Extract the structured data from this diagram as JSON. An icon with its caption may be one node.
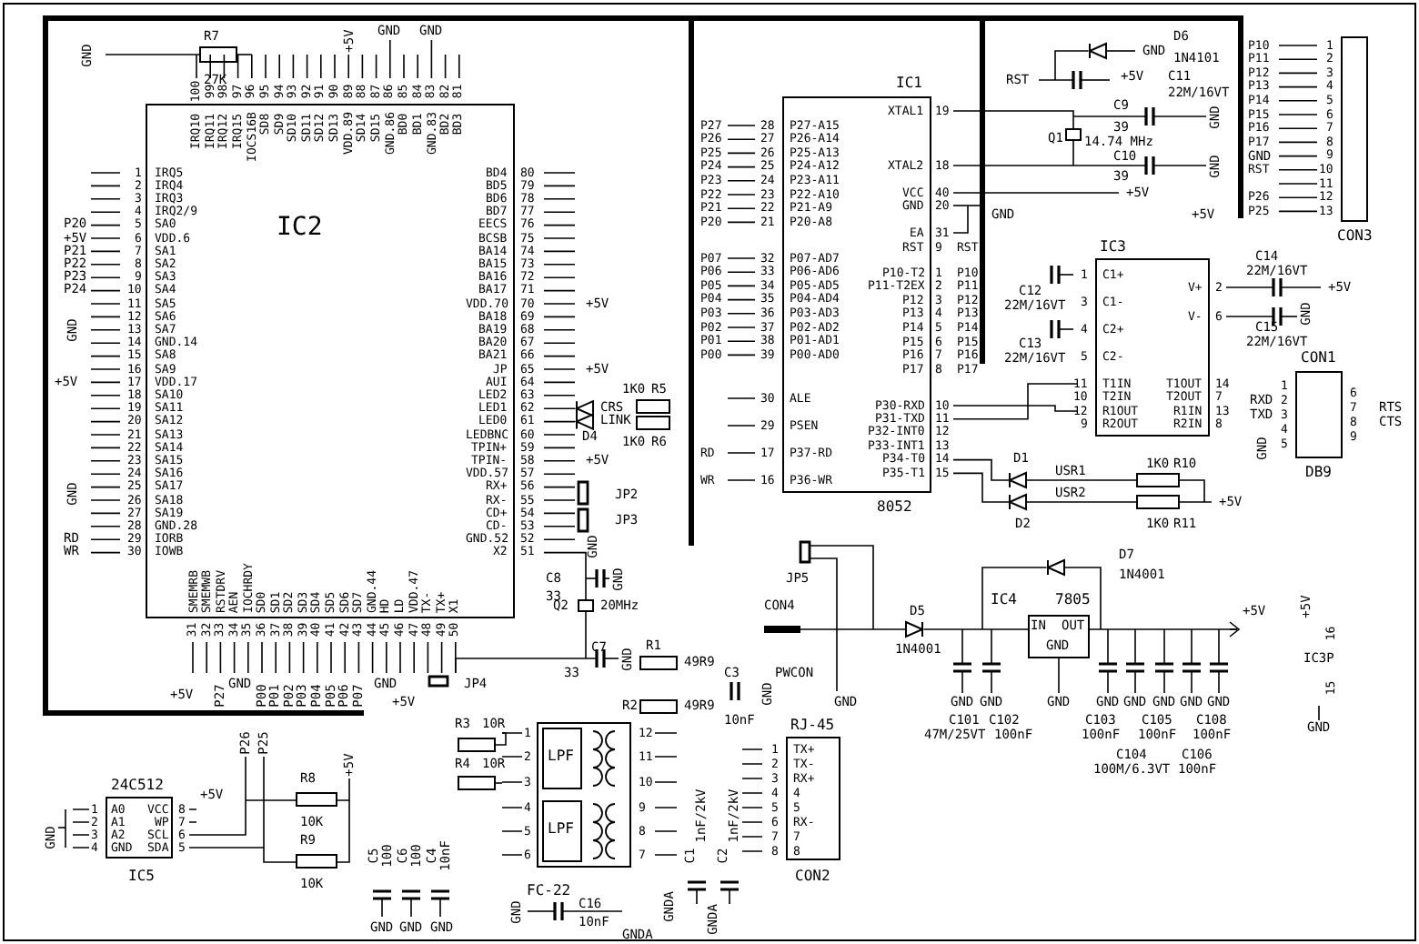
{
  "diagram": {
    "nodes": [
      {
        "text": [
          "IC2"
        ]
      },
      {
        "text": [
          "IC1",
          "8052"
        ]
      },
      {
        "text": [
          "CON3"
        ]
      },
      {
        "text": [
          "IC3"
        ]
      },
      {
        "text": [
          "CON1",
          "DB9"
        ]
      },
      {
        "text": [
          "IC4",
          "7805",
          "IN",
          "OUT",
          "GND"
        ]
      },
      {
        "text": [
          "RJ-45",
          "CON2"
        ]
      },
      {
        "text": [
          "FC-22"
        ]
      },
      {
        "text": [
          "LPF"
        ],
        "in": 7
      },
      {
        "text": [
          "LPF"
        ],
        "in": 7
      },
      {
        "text": [
          "24C512",
          "IC5"
        ]
      }
    ],
    "labels": [
      "1",
      "2",
      "3",
      "4",
      "5",
      "6",
      "7",
      "8",
      "9",
      "10",
      "11",
      "12",
      "13",
      "14",
      "15",
      "16",
      "17",
      "18",
      "19",
      "20",
      "21",
      "22",
      "23",
      "24",
      "25",
      "26",
      "27",
      "28",
      "29",
      "30",
      "IRQ5",
      "IRQ4",
      "IRQ3",
      "IRQ2/9",
      "SA0",
      "VDD.6",
      "SA1",
      "SA2",
      "SA3",
      "SA4",
      "SA5",
      "SA6",
      "SA7",
      "GND.14",
      "SA8",
      "SA9",
      "VDD.17",
      "SA10",
      "SA11",
      "SA12",
      "SA13",
      "SA14",
      "SA15",
      "SA16",
      "SA17",
      "SA18",
      "SA19",
      "GND.28",
      "IORB",
      "IOWB",
      "100",
      "99",
      "98",
      "97",
      "96",
      "95",
      "94",
      "93",
      "92",
      "91",
      "90",
      "89",
      "88",
      "87",
      "86",
      "85",
      "84",
      "83",
      "82",
      "81",
      "IRQ10",
      "IRQ11",
      "IRQ12",
      "IRQ15",
      "IOCS16B",
      "SD8",
      "SD9",
      "SD10",
      "SD11",
      "SD12",
      "SD13",
      "VDD.89",
      "SD14",
      "SD15",
      "GND.86",
      "BD0",
      "BD1",
      "GND.83",
      "BD2",
      "BD3",
      "80",
      "79",
      "78",
      "77",
      "76",
      "75",
      "74",
      "73",
      "72",
      "71",
      "70",
      "69",
      "68",
      "67",
      "66",
      "65",
      "64",
      "63",
      "62",
      "61",
      "60",
      "59",
      "58",
      "57",
      "56",
      "55",
      "54",
      "53",
      "52",
      "51",
      "BD4",
      "BD5",
      "BD6",
      "BD7",
      "EECS",
      "BCSB",
      "BA14",
      "BA15",
      "BA16",
      "BA17",
      "VDD.70",
      "BA18",
      "BA19",
      "BA20",
      "BA21",
      "JP",
      "AUI",
      "LED2",
      "LED1",
      "LED0",
      "LEDBNC",
      "TPIN+",
      "TPIN-",
      "VDD.57",
      "RX+",
      "RX-",
      "CD+",
      "CD-",
      "GND.52",
      "X2",
      "31",
      "32",
      "33",
      "34",
      "35",
      "36",
      "37",
      "38",
      "39",
      "40",
      "41",
      "42",
      "43",
      "44",
      "45",
      "46",
      "47",
      "48",
      "49",
      "50",
      "SMEMRB",
      "SMEMWB",
      "RSTDRV",
      "AEN",
      "IOCHRDY",
      "SD0",
      "SD1",
      "SD2",
      "SD3",
      "SD4",
      "SD5",
      "SD6",
      "SD7",
      "GND.44",
      "HD",
      "LD",
      "VDD.47",
      "TX-",
      "TX+",
      "X1",
      "R7",
      "27K",
      "GND",
      "GND",
      "GND",
      "+5V",
      "P20",
      "+5V",
      "P21",
      "P22",
      "P23",
      "P24",
      "GND",
      "+5V",
      "GND",
      "RD",
      "WR",
      "+5V",
      "+5V",
      "1K0",
      "R5",
      "CRS",
      "LINK",
      "1K0",
      "R6",
      "D4",
      "+5V",
      "JP2",
      "JP3",
      "GND",
      "C8",
      "33",
      "GND",
      "Q2",
      "20MHz",
      "C7",
      "33",
      "GND",
      "+5V",
      "P27",
      "GND",
      "P00",
      "P01",
      "P02",
      "P03",
      "P04",
      "P05",
      "P06",
      "P07",
      "GND",
      "+5V",
      "JP4",
      "P26",
      "P25",
      "28",
      "27",
      "26",
      "25",
      "24",
      "23",
      "22",
      "21",
      "32",
      "33",
      "34",
      "35",
      "36",
      "37",
      "38",
      "39",
      "30",
      "29",
      "17",
      "16",
      "P27-A15",
      "P26-A14",
      "P25-A13",
      "P24-A12",
      "P23-A11",
      "P22-A10",
      "P21-A9",
      "P20-A8",
      "P07-AD7",
      "P06-AD6",
      "P05-AD5",
      "P04-AD4",
      "P03-AD3",
      "P02-AD2",
      "P01-AD1",
      "P00-AD0",
      "ALE",
      "PSEN",
      "P37-RD",
      "P36-WR",
      "P27",
      "P26",
      "P25",
      "P24",
      "P23",
      "P22",
      "P21",
      "P20",
      "P07",
      "P06",
      "P05",
      "P04",
      "P03",
      "P02",
      "P01",
      "P00",
      "RD",
      "WR",
      "XTAL1",
      "XTAL2",
      "VCC",
      "GND",
      "EA",
      "RST",
      "P10-T2",
      "P11-T2EX",
      "P12",
      "P13",
      "P14",
      "P15",
      "P16",
      "P17",
      "P30-RXD",
      "P31-TXD",
      "P32-INT0",
      "P33-INT1",
      "P34-T0",
      "P35-T1",
      "19",
      "18",
      "40",
      "20",
      "31",
      "9",
      "1",
      "2",
      "3",
      "4",
      "5",
      "6",
      "7",
      "8",
      "10",
      "11",
      "12",
      "13",
      "14",
      "15",
      "RST",
      "P10",
      "P11",
      "P12",
      "P13",
      "P14",
      "P15",
      "P16",
      "P17",
      "GND",
      "D6",
      "1N4101",
      "RST",
      "+5V",
      "C11",
      "22M/16VT",
      "C9",
      "39",
      "GND",
      "Q1",
      "14.74 MHz",
      "C10",
      "39",
      "GND",
      "+5V",
      "GND",
      "+5V",
      "P10",
      "P11",
      "P12",
      "P13",
      "P14",
      "P15",
      "P16",
      "P17",
      "RST",
      "P26",
      "P25",
      "1",
      "2",
      "3",
      "4",
      "5",
      "6",
      "7",
      "8",
      "9",
      "10",
      "11",
      "12",
      "13",
      "GND",
      "C1+",
      "C1-",
      "C2+",
      "C2-",
      "T1IN",
      "T2IN",
      "R1OUT",
      "R2OUT",
      "1",
      "3",
      "4",
      "5",
      "11",
      "10",
      "12",
      "9",
      "V+",
      "V-",
      "T1OUT",
      "T2OUT",
      "R1IN",
      "R2IN",
      "2",
      "6",
      "14",
      "7",
      "13",
      "8",
      "C12",
      "22M/16VT",
      "C13",
      "22M/16VT",
      "C14",
      "22M/16VT",
      "+5V",
      "C15",
      "22M/16VT",
      "GND",
      "1",
      "2",
      "3",
      "4",
      "5",
      "6",
      "7",
      "8",
      "9",
      "RXD",
      "TXD",
      "RTS",
      "CTS",
      "GND",
      "D1",
      "USR1",
      "USR2",
      "D2",
      "1K0",
      "R10",
      "1K0",
      "R11",
      "+5V",
      "JP5",
      "CON4",
      "PWCON",
      "GND",
      "D5",
      "1N4001",
      "D7",
      "1N4001",
      "+5V",
      "GND",
      "GND",
      "GND",
      "GND",
      "GND",
      "GND",
      "GND",
      "GND",
      "C101",
      "47M/25VT",
      "C102",
      "100nF",
      "C103",
      "100nF",
      "C105",
      "100nF",
      "C108",
      "100nF",
      "C104",
      "100M/6.3VT",
      "C106",
      "100nF",
      "+5V",
      "16",
      "IC3P",
      "15",
      "GND",
      "R1",
      "49R9",
      "R2",
      "49R9",
      "C3",
      "10nF",
      "GND",
      "TX+",
      "TX-",
      "RX+",
      "4",
      "5",
      "RX-",
      "7",
      "8",
      "1",
      "2",
      "3",
      "4",
      "5",
      "6",
      "7",
      "8",
      "R3",
      "10R",
      "R4",
      "10R",
      "1",
      "2",
      "3",
      "4",
      "5",
      "6",
      "12",
      "11",
      "10",
      "9",
      "8",
      "7",
      "C5",
      "100",
      "C6",
      "100",
      "C4",
      "10nF",
      "GND",
      "GND",
      "GND",
      "C16",
      "10nF",
      "GND",
      "GNDA",
      "GNDA",
      "C1",
      "1nF/2kV",
      "C2",
      "1nF/2kV",
      "GNDA",
      "A0",
      "A1",
      "A2",
      "GND",
      "VCC",
      "WP",
      "SCL",
      "SDA",
      "1",
      "2",
      "3",
      "4",
      "8",
      "7",
      "6",
      "5",
      "+5V",
      "GND",
      "R8",
      "10K",
      "R9",
      "10K",
      "+5V"
    ]
  }
}
